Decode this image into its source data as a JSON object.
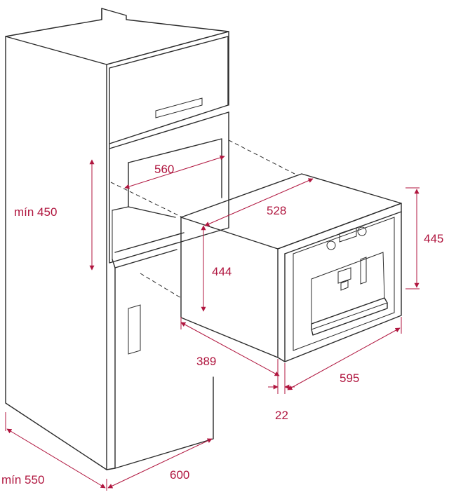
{
  "dimensions": {
    "min_450": "mín 450",
    "w_560": "560",
    "d_528": "528",
    "h_444": "444",
    "h_445": "445",
    "d_389": "389",
    "w_595": "595",
    "t_22": "22",
    "min_550": "mín 550",
    "w_600": "600"
  },
  "colors": {
    "dimension": "#b0163f",
    "outline": "#2b2b2b"
  }
}
